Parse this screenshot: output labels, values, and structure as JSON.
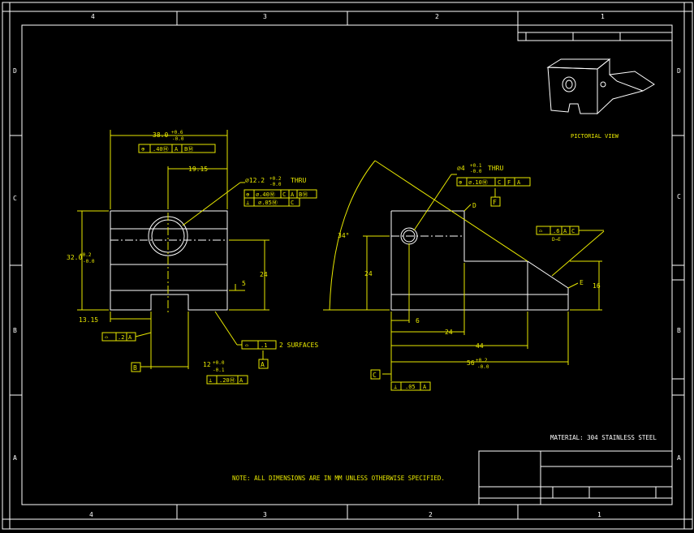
{
  "frame": {
    "zones_top": [
      "4",
      "3",
      "2",
      "1"
    ],
    "zones_bottom": [
      "4",
      "3",
      "2",
      "1"
    ],
    "rows_left": [
      "D",
      "C",
      "B",
      "A"
    ],
    "rows_right": [
      "D",
      "C",
      "B",
      "A"
    ]
  },
  "pictorial_view_label": "PICTORIAL VIEW",
  "front_view": {
    "width_dim": "38.0",
    "width_tol_plus": "+0.6",
    "width_tol_minus": "-0.0",
    "width_fcf": [
      "⊕",
      ".40Ⓜ",
      "A",
      "BⓂ"
    ],
    "offset_19": "19.15",
    "hole_dia": "⌀12.2",
    "hole_tol_plus": "+0.2",
    "hole_tol_minus": "-0.0",
    "hole_thru": "THRU",
    "hole_fcf1": [
      "⊕",
      "⌀.40Ⓜ",
      "C",
      "A",
      "BⓂ"
    ],
    "hole_fcf2": [
      "⊥",
      "⌀.05Ⓜ",
      "C"
    ],
    "height_dim": "32.0",
    "height_tol_plus": "+0.2",
    "height_tol_minus": "-0.0",
    "dim_24": "24",
    "dim_5": "5",
    "dim_13": "13.15",
    "profile_fcf": [
      "⌓",
      ".2",
      "A"
    ],
    "datum_b": "B",
    "slot_dim": "12",
    "slot_tol_plus": "+0.0",
    "slot_tol_minus": "-0.1",
    "slot_fcf": [
      "⊥",
      ".20Ⓜ",
      "A"
    ],
    "surfaces_fcf": [
      "⌓",
      ".1"
    ],
    "surfaces_note": "2 SURFACES",
    "datum_a": "A"
  },
  "side_view": {
    "hole_dia": "⌀4",
    "hole_tol_plus": "+0.1",
    "hole_tol_minus": "-0.0",
    "hole_thru": "THRU",
    "hole_fcf": [
      "⊕",
      "⌀.10Ⓜ",
      "C",
      "F",
      "A"
    ],
    "datum_f": "F",
    "label_d": "D",
    "angle": "34°",
    "dim_24v": "24",
    "dim_6": "6",
    "dim_24h": "24",
    "dim_44": "44",
    "dim_56": "56",
    "dim_56_tol_plus": "+0.2",
    "dim_56_tol_minus": "-0.0",
    "right_fcf": [
      "⌓",
      ".6",
      "A",
      "C"
    ],
    "right_fcf_ref": "D→E",
    "label_e": "E",
    "dim_16": "16",
    "datum_c": "C",
    "c_fcf": [
      "⊥",
      ".05",
      "A"
    ]
  },
  "notes": {
    "material": "MATERIAL: 304 STAINLESS STEEL",
    "general": "NOTE: ALL DIMENSIONS ARE IN MM UNLESS OTHERWISE SPECIFIED."
  },
  "colors": {
    "linework": "#ffffff",
    "annotation": "#e8e800",
    "background": "#000000"
  }
}
